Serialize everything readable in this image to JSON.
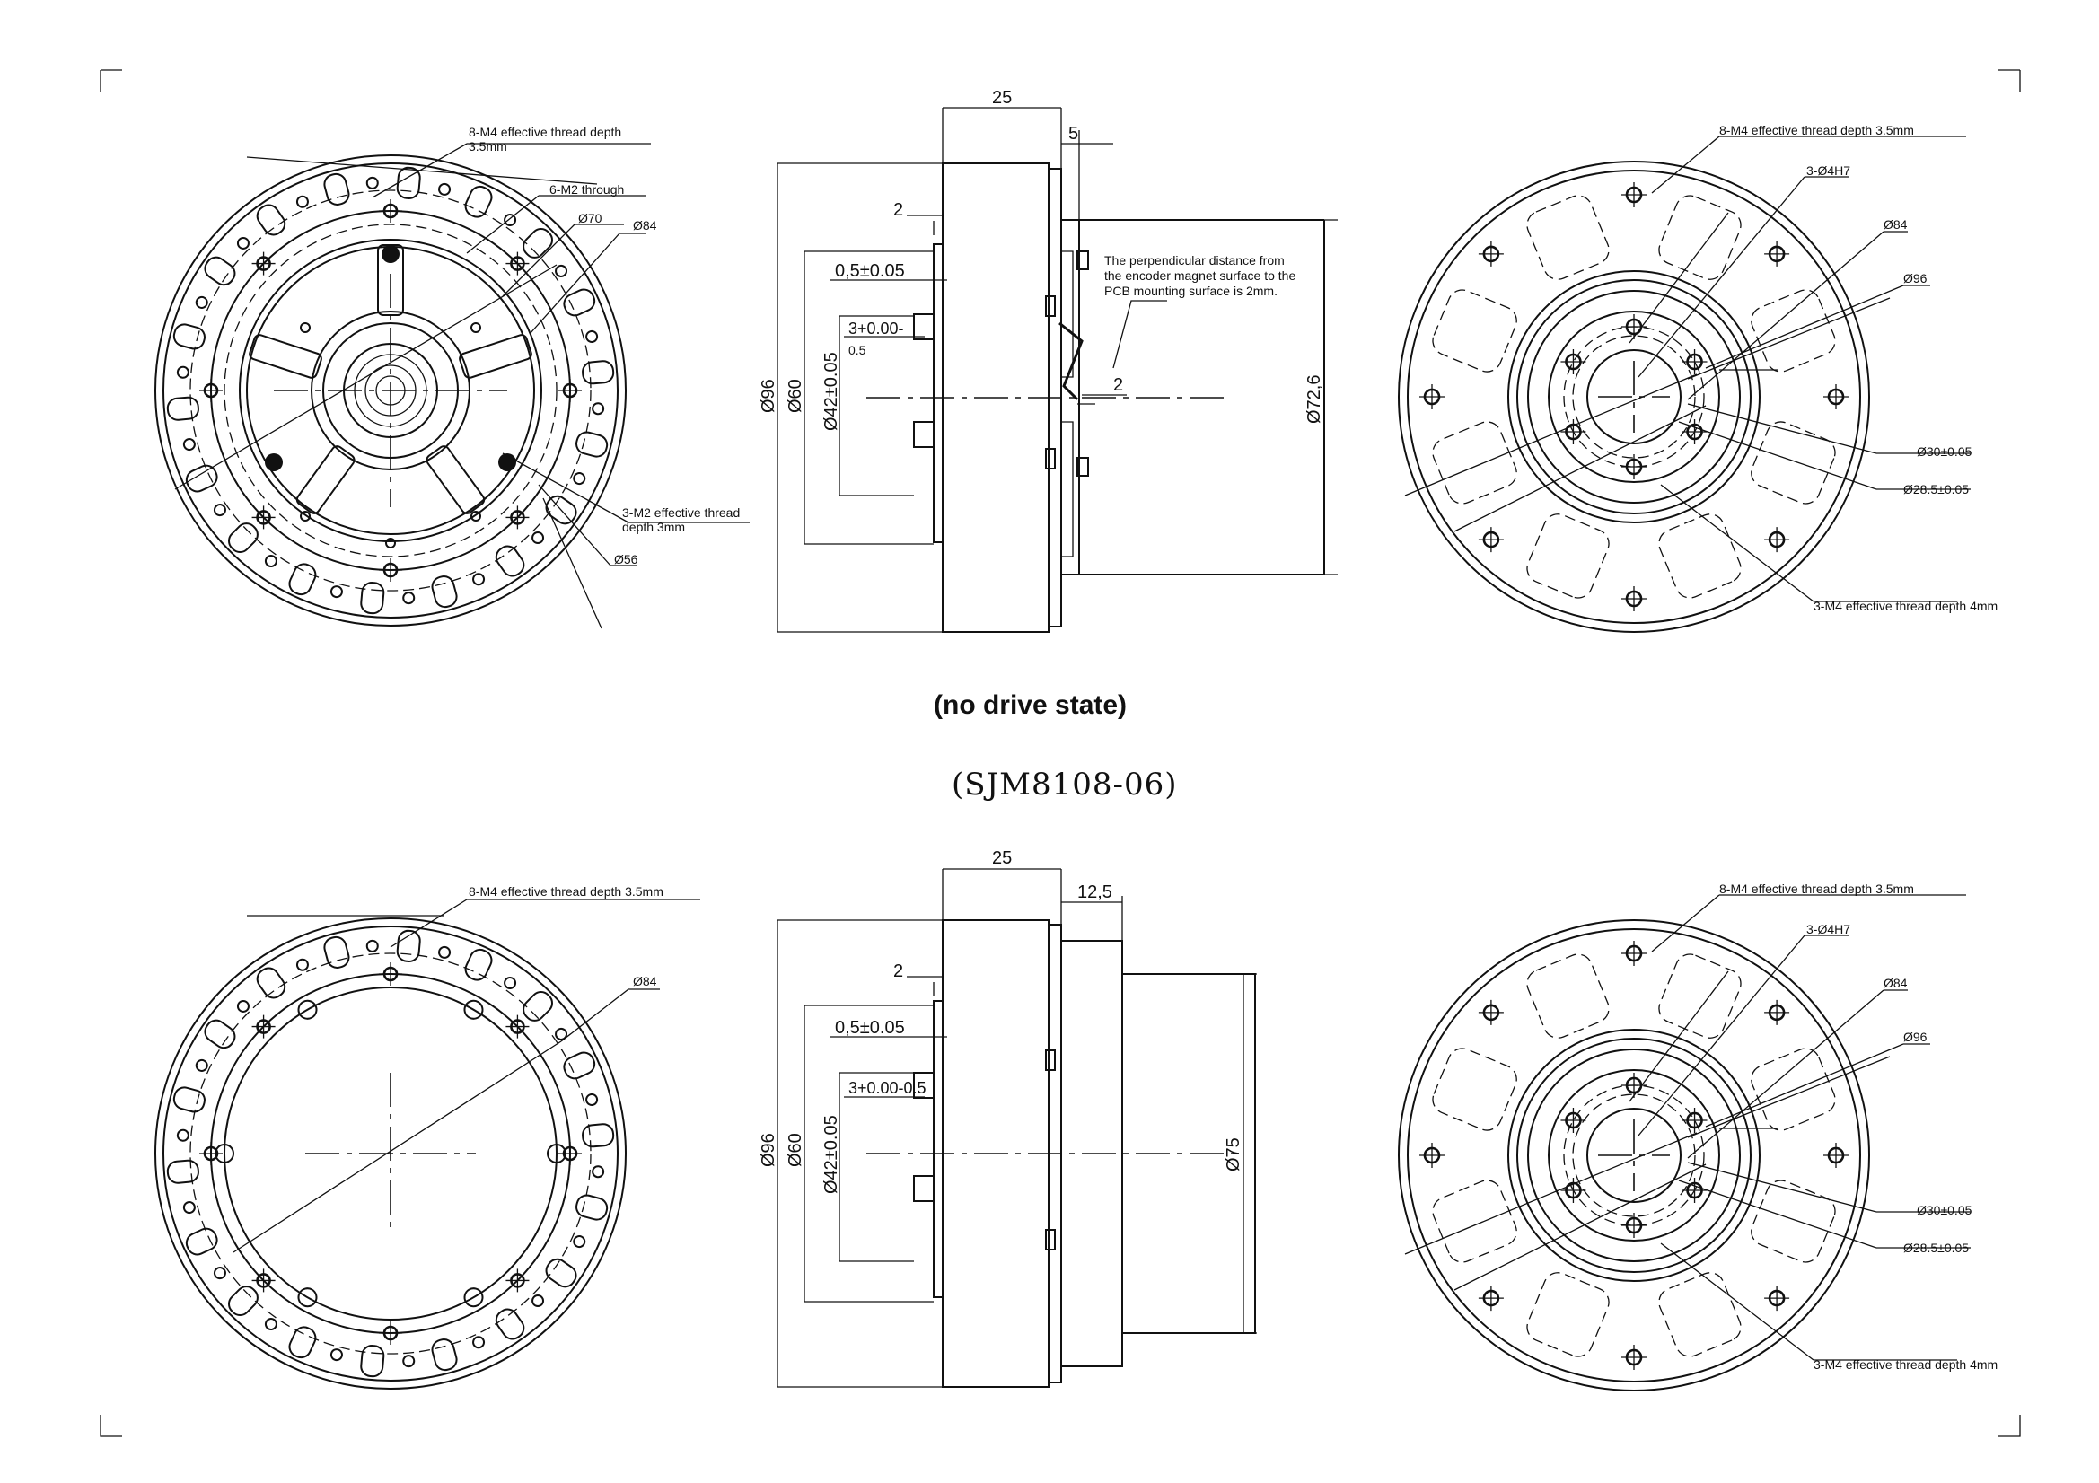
{
  "captions": {
    "state": "(no drive state)",
    "model": "(SJM8108-06)"
  },
  "top_front": {
    "label_8m4_l1": "8-M4 effective thread depth",
    "label_8m4_l2": "3.5mm",
    "label_6m2": "6-M2 through",
    "d70": "Ø70",
    "d84": "Ø84",
    "label_3m2_l1": "3-M2 effective thread",
    "label_3m2_l2": "depth 3mm",
    "d56": "Ø56"
  },
  "top_side": {
    "w25": "25",
    "w5": "5",
    "w2_top": "2",
    "d05": "0,5±0.05",
    "d3": "3+0.00-",
    "d3b": "0.5",
    "d96": "Ø96",
    "d60": "Ø60",
    "d42": "Ø42±0.05",
    "d72": "Ø72,6",
    "w2_mid": "2",
    "note_l1": "The perpendicular distance from",
    "note_l2": "the encoder magnet surface to the",
    "note_l3": "PCB mounting surface is 2mm."
  },
  "top_rear": {
    "label_8m4": "8-M4 effective thread depth 3.5mm",
    "label_3d4": "3-Ø4H7",
    "d84": "Ø84",
    "d96": "Ø96",
    "d30": "Ø30±0.05",
    "d285": "Ø28.5±0.05",
    "label_3m4": "3-M4 effective thread depth 4mm"
  },
  "bottom_front": {
    "label_8m4": "8-M4 effective thread depth 3.5mm",
    "d84": "Ø84"
  },
  "bottom_side": {
    "w25": "25",
    "w125": "12,5",
    "w2_top": "2",
    "d05": "0,5±0.05",
    "d3": "3+0.00-0.5",
    "d96": "Ø96",
    "d60": "Ø60",
    "d42": "Ø42±0.05",
    "d75": "Ø75"
  },
  "bottom_rear": {
    "label_8m4": "8-M4 effective thread depth 3.5mm",
    "label_3d4": "3-Ø4H7",
    "d84": "Ø84",
    "d96": "Ø96",
    "d30": "Ø30±0.05",
    "d285": "Ø28.5±0.05",
    "label_3m4": "3-M4 effective thread depth 4mm"
  }
}
